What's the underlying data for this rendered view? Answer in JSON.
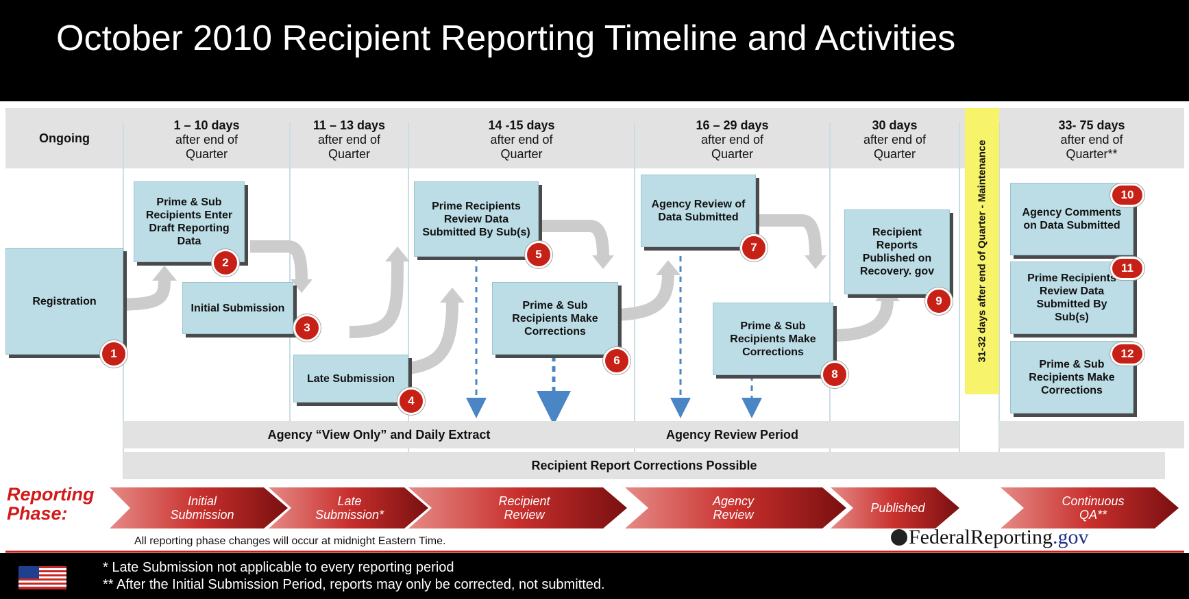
{
  "title": "October 2010 Recipient Reporting Timeline and Activities",
  "headers": [
    {
      "line1": "Ongoing",
      "line2": "",
      "line3": ""
    },
    {
      "line1": "1 – 10 days",
      "line2": "after end of",
      "line3": "Quarter"
    },
    {
      "line1": "11 – 13 days",
      "line2": "after end of",
      "line3": "Quarter"
    },
    {
      "line1": "14 -15 days",
      "line2": "after end of",
      "line3": "Quarter"
    },
    {
      "line1": "16 – 29 days",
      "line2": "after end of",
      "line3": "Quarter"
    },
    {
      "line1": "30 days",
      "line2": "after end of",
      "line3": "Quarter"
    },
    {
      "line1": "33- 75 days",
      "line2": "after end of",
      "line3": "Quarter**"
    }
  ],
  "maintenance_label": "31-32 days after end of Quarter - Maintenance",
  "activities": [
    {
      "text": "Registration",
      "number": "1"
    },
    {
      "text": "Prime & Sub Recipients Enter Draft Reporting Data",
      "number": "2"
    },
    {
      "text": "Initial Submission",
      "number": "3"
    },
    {
      "text": "Late Submission",
      "number": "4"
    },
    {
      "text": "Prime Recipients Review Data Submitted By Sub(s)",
      "number": "5"
    },
    {
      "text": "Prime & Sub Recipients Make Corrections",
      "number": "6"
    },
    {
      "text": "Agency Review of Data Submitted",
      "number": "7"
    },
    {
      "text": "Prime & Sub Recipients Make Corrections",
      "number": "8"
    },
    {
      "text": "Recipient Reports Published on Recovery. gov",
      "number": "9"
    },
    {
      "text": "Agency Comments on Data Submitted",
      "number": "10"
    },
    {
      "text": "Prime Recipients Review Data Submitted By Sub(s)",
      "number": "11"
    },
    {
      "text": "Prime & Sub Recipients Make Corrections",
      "number": "12"
    }
  ],
  "bands": {
    "view_only": "Agency “View Only” and Daily Extract",
    "review_period": "Agency Review Period",
    "corrections": "Recipient Report Corrections Possible"
  },
  "phase_label": "Reporting Phase:",
  "phases": [
    {
      "line1": "Initial",
      "line2": "Submission"
    },
    {
      "line1": "Late",
      "line2": "Submission*"
    },
    {
      "line1": "Recipient",
      "line2": "Review"
    },
    {
      "line1": "Agency",
      "line2": "Review"
    },
    {
      "line1": "Published",
      "line2": ""
    },
    {
      "line1": "Continuous",
      "line2": "QA**"
    }
  ],
  "note": "All reporting phase changes will occur at midnight Eastern Time.",
  "brand": {
    "name": "FederalReporting",
    "tld": ".gov"
  },
  "footnotes": [
    "* Late Submission not applicable to every reporting period",
    "** After the Initial Submission Period, reports may only be corrected, not submitted."
  ],
  "colors": {
    "box_fill": "#bcdde6",
    "badge": "#c72117",
    "phase_red": "#c0282a",
    "maintenance": "#f7f36a",
    "header_band": "#e2e2e2"
  }
}
